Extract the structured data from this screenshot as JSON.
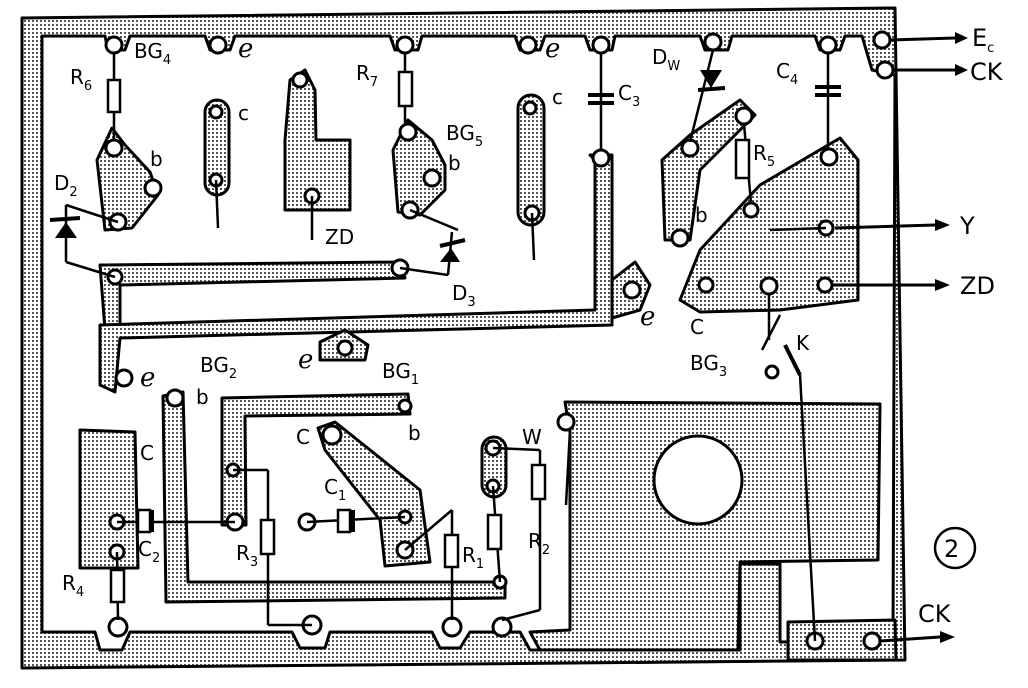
{
  "figure_number": "②",
  "components": {
    "BG4": {
      "main": "BG",
      "sub": "4"
    },
    "BG5": {
      "main": "BG",
      "sub": "5"
    },
    "BG3": {
      "main": "BG",
      "sub": "3"
    },
    "BG2": {
      "main": "BG",
      "sub": "2"
    },
    "BG1": {
      "main": "BG",
      "sub": "1"
    },
    "R6": {
      "main": "R",
      "sub": "6"
    },
    "R7": {
      "main": "R",
      "sub": "7"
    },
    "R5": {
      "main": "R",
      "sub": "5"
    },
    "R4": {
      "main": "R",
      "sub": "4"
    },
    "R3": {
      "main": "R",
      "sub": "3"
    },
    "R1": {
      "main": "R",
      "sub": "1"
    },
    "R2": {
      "main": "R",
      "sub": "2"
    },
    "C3": {
      "main": "C",
      "sub": "3"
    },
    "C4": {
      "main": "C",
      "sub": "4"
    },
    "C1": {
      "main": "C",
      "sub": "1"
    },
    "C2": {
      "main": "C",
      "sub": "2"
    },
    "D2": {
      "main": "D",
      "sub": "2"
    },
    "D3": {
      "main": "D",
      "sub": "3"
    },
    "DW": {
      "main": "D",
      "sub": "W"
    },
    "K": "K",
    "W": "W"
  },
  "pin_labels": {
    "b": "b",
    "c": "c",
    "C": "C",
    "e": "e",
    "ZD": "ZD"
  },
  "terminals": {
    "Ec": {
      "main": "E",
      "sub": "c"
    },
    "CK_top": "CK",
    "Y": "Y",
    "ZD": "ZD",
    "CK_bottom": "CK"
  }
}
